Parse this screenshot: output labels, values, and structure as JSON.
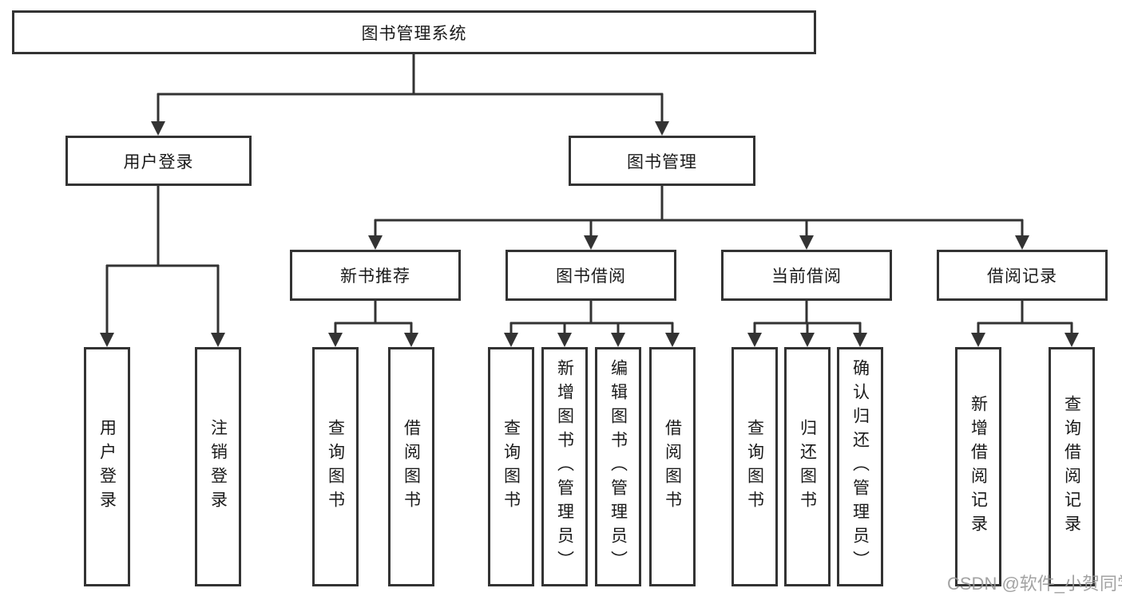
{
  "tree": {
    "label": "图书管理系统",
    "children": [
      {
        "label": "用户登录",
        "children": [
          {
            "label": "用户登录"
          },
          {
            "label": "注销登录"
          }
        ]
      },
      {
        "label": "图书管理",
        "children": [
          {
            "label": "新书推荐",
            "children": [
              {
                "label": "查询图书"
              },
              {
                "label": "借阅图书"
              }
            ]
          },
          {
            "label": "图书借阅",
            "children": [
              {
                "label": "查询图书"
              },
              {
                "label": "新增图书（管理员）"
              },
              {
                "label": "编辑图书（管理员）"
              },
              {
                "label": "借阅图书"
              }
            ]
          },
          {
            "label": "当前借阅",
            "children": [
              {
                "label": "查询图书"
              },
              {
                "label": "归还图书"
              },
              {
                "label": "确认归还（管理员）"
              }
            ]
          },
          {
            "label": "借阅记录",
            "children": [
              {
                "label": "新增借阅记录"
              },
              {
                "label": "查询借阅记录"
              }
            ]
          }
        ]
      }
    ]
  },
  "watermark": {
    "text": "CSDN @软件_小贺同学",
    "color": "#969696"
  },
  "colors": {
    "background": "#ffffff",
    "line": "#333333",
    "box_border": "#333333",
    "text": "#1a1a1a"
  }
}
